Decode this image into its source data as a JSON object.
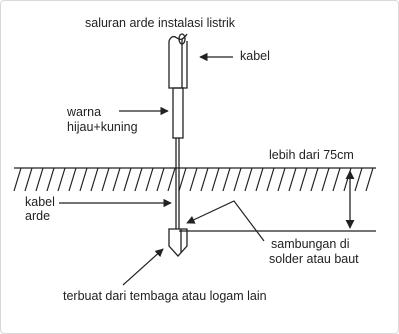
{
  "diagram": {
    "labels": {
      "top_title": "saluran arde instalasi listrik",
      "cable": "kabel",
      "color_line1": "warna",
      "color_line2": "hijau+kuning",
      "depth": "lebih dari 75cm",
      "ground_cable_line1": "kabel",
      "ground_cable_line2": "arde",
      "joint_line1": "sambungan di",
      "joint_line2": "solder atau baut",
      "electrode_material": "terbuat dari tembaga atau logam lain"
    },
    "colors": {
      "stroke": "#222222",
      "background": "#ffffff",
      "frame": "#d9d9d9"
    }
  }
}
